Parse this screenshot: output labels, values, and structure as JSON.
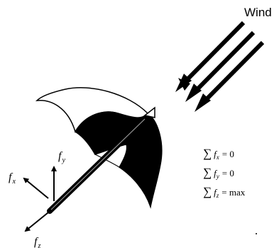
{
  "wind_label": "Wind",
  "force_labels": {
    "fx_base": "f",
    "fx_sub": "x",
    "fy_base": "f",
    "fy_sub": "y",
    "fz_base": "f",
    "fz_sub": "z"
  },
  "equations": [
    {
      "sum": "∑",
      "f": "f",
      "sub": "x",
      "rhs": "= 0"
    },
    {
      "sum": "∑",
      "f": "f",
      "sub": "y",
      "rhs": "= 0"
    },
    {
      "sum": "∑",
      "f": "f",
      "sub": "z",
      "rhs": "= max"
    }
  ],
  "colors": {
    "ink": "#000000",
    "paper": "#ffffff"
  },
  "icons": [
    "wind-arrows",
    "umbrella",
    "force-arrows"
  ]
}
